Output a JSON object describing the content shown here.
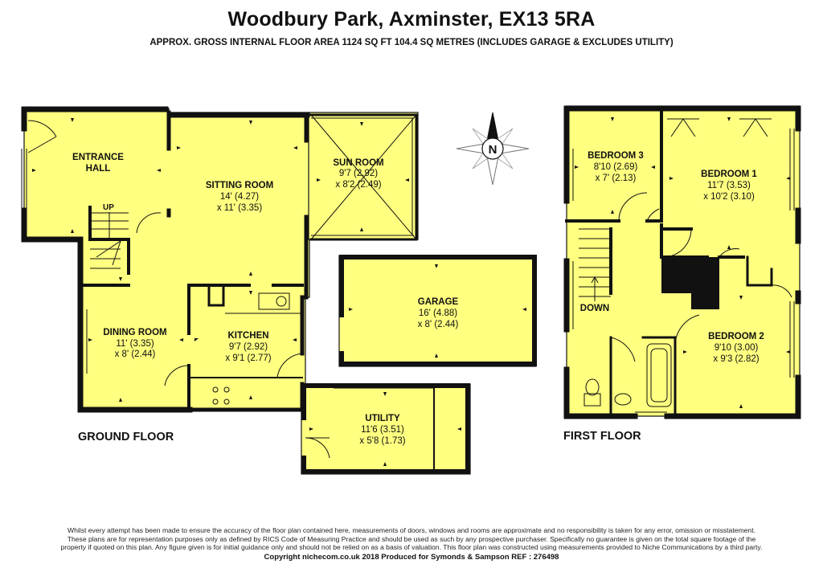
{
  "header": {
    "title": "Woodbury Park, Axminster, EX13 5RA",
    "subtitle": "APPROX. GROSS INTERNAL FLOOR AREA 1124 SQ FT 104.4 SQ METRES (INCLUDES GARAGE & EXCLUDES UTILITY)"
  },
  "compass": {
    "label": "N"
  },
  "colors": {
    "room_fill": "#ffff80",
    "wall": "#111111",
    "background": "#ffffff"
  },
  "ground_floor": {
    "label": "GROUND FLOOR",
    "up_label": "UP",
    "rooms": {
      "entrance_hall": {
        "name_line1": "ENTRANCE",
        "name_line2": "HALL"
      },
      "sitting_room": {
        "name": "SITTING ROOM",
        "dim1": "14' (4.27)",
        "dim2": "x 11' (3.35)"
      },
      "sun_room": {
        "name": "SUN ROOM",
        "dim1": "9'7 (2.92)",
        "dim2": "x 8'2 (2.49)"
      },
      "dining_room": {
        "name": "DINING ROOM",
        "dim1": "11' (3.35)",
        "dim2": "x 8' (2.44)"
      },
      "kitchen": {
        "name": "KITCHEN",
        "dim1": "9'7 (2.92)",
        "dim2": "x 9'1 (2.77)"
      },
      "garage": {
        "name": "GARAGE",
        "dim1": "16' (4.88)",
        "dim2": "x 8' (2.44)"
      },
      "utility": {
        "name": "UTILITY",
        "dim1": "11'6 (3.51)",
        "dim2": "x 5'8 (1.73)"
      }
    }
  },
  "first_floor": {
    "label": "FIRST FLOOR",
    "down_label": "DOWN",
    "rooms": {
      "bedroom_3": {
        "name": "BEDROOM 3",
        "dim1": "8'10 (2.69)",
        "dim2": "x 7' (2.13)"
      },
      "bedroom_1": {
        "name": "BEDROOM 1",
        "dim1": "11'7 (3.53)",
        "dim2": "x 10'2 (3.10)"
      },
      "bedroom_2": {
        "name": "BEDROOM 2",
        "dim1": "9'10 (3.00)",
        "dim2": "x 9'3 (2.82)"
      }
    }
  },
  "footer": {
    "disclaimer_1": "Whilst every attempt has been made to ensure the accuracy of the floor plan contained here, measurements of doors, windows and rooms are approximate and no responsibility is taken for any error, omission or misstatement.",
    "disclaimer_2": "These plans are for representation purposes only as defined by RICS Code of Measuring Practice and should be used as such by any prospective purchaser.  Specifically no guarantee is given on the total square footage of the",
    "disclaimer_3": "property if quoted on this plan. Any figure given is for initial guidance only and should not be relied on as a basis of valuation. This floor plan was constructed using measurements provided to Niche Communications by a third party.",
    "copyright": "Copyright nichecom.co.uk 2018    Produced for Symonds & Sampson    REF : 276498"
  }
}
